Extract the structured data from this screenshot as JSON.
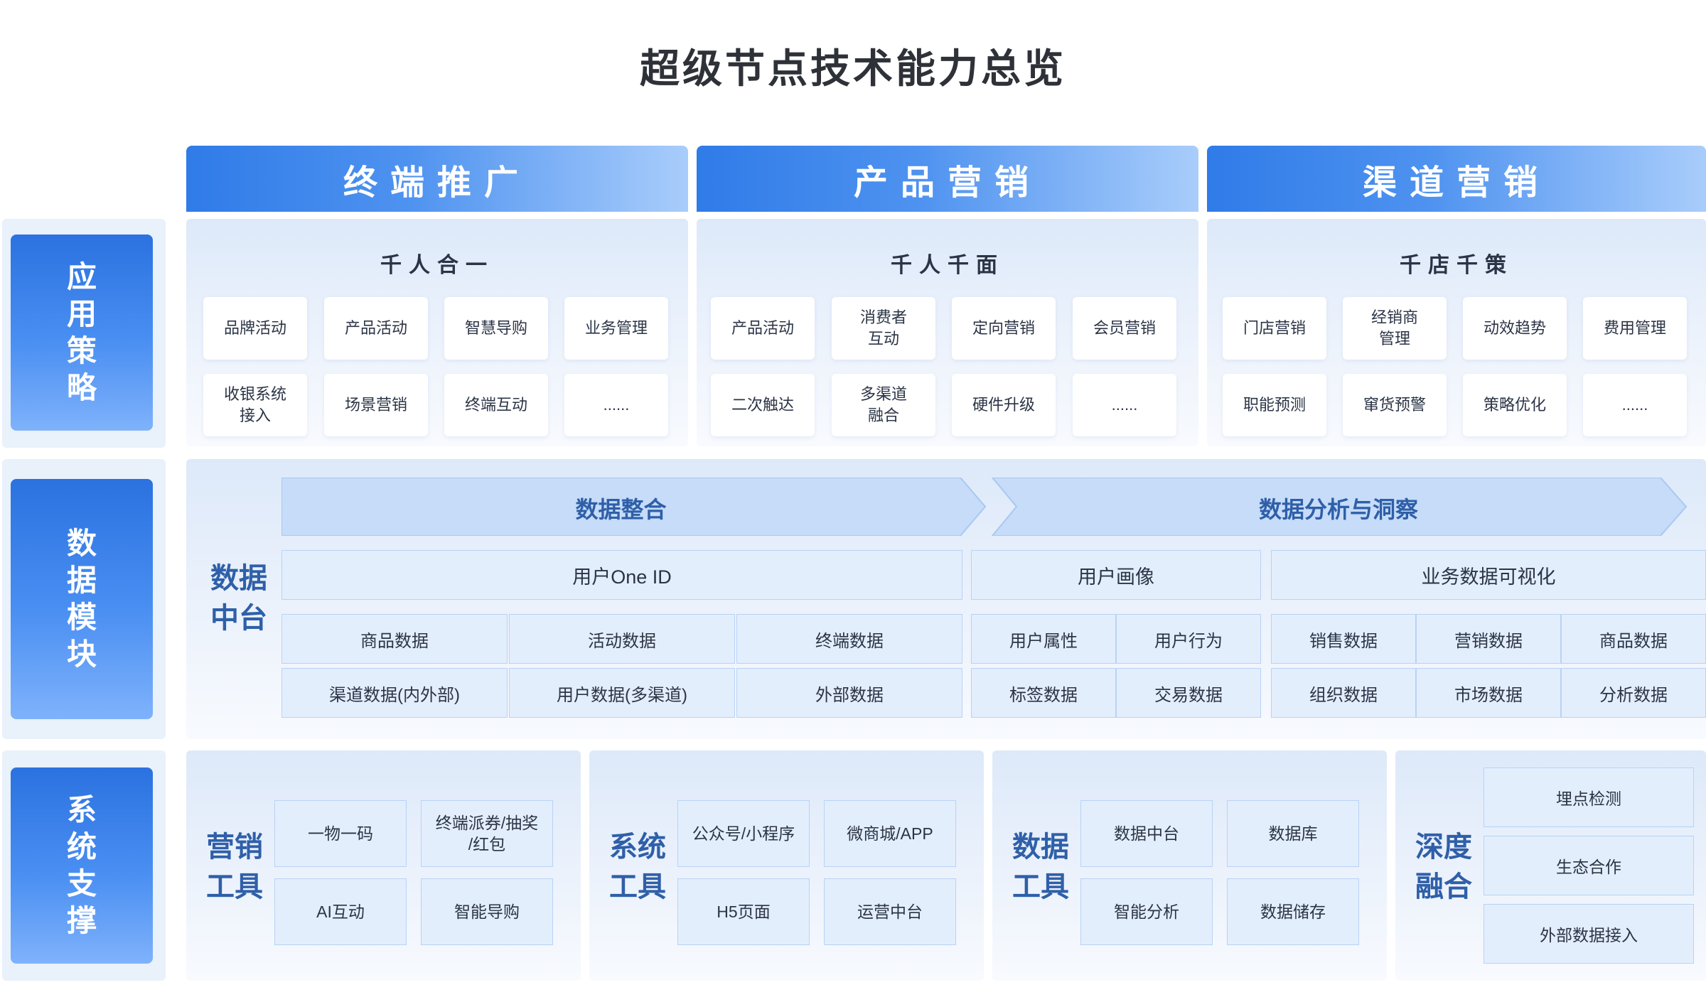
{
  "title": "超级节点技术能力总览",
  "headers": [
    "终端推广",
    "产品营销",
    "渠道营销"
  ],
  "side_labels": {
    "app": [
      "应用",
      "策略"
    ],
    "data": [
      "数据",
      "模块"
    ],
    "sys": [
      "系统",
      "支撑"
    ]
  },
  "app_panels": [
    {
      "subtitle": "千人合一",
      "row1": [
        "品牌活动",
        "产品活动",
        "智慧导购",
        "业务管理"
      ],
      "row2": [
        "收银系统\n接入",
        "场景营销",
        "终端互动",
        "......"
      ]
    },
    {
      "subtitle": "千人千面",
      "row1": [
        "产品活动",
        "消费者\n互动",
        "定向营销",
        "会员营销"
      ],
      "row2": [
        "二次触达",
        "多渠道\n融合",
        "硬件升级",
        "......"
      ]
    },
    {
      "subtitle": "千店千策",
      "row1": [
        "门店营销",
        "经销商\n管理",
        "动效趋势",
        "费用管理"
      ],
      "row2": [
        "职能预测",
        "窜货预警",
        "策略优化",
        "......"
      ]
    }
  ],
  "data_module": {
    "label": [
      "数据",
      "中台"
    ],
    "arrows": [
      "数据整合",
      "数据分析与洞察"
    ],
    "bands": [
      "用户One ID",
      "用户画像",
      "业务数据可视化"
    ],
    "group1": [
      [
        "商品数据",
        "活动数据",
        "终端数据"
      ],
      [
        "渠道数据(内外部)",
        "用户数据(多渠道)",
        "外部数据"
      ]
    ],
    "group2": [
      [
        "用户属性",
        "用户行为"
      ],
      [
        "标签数据",
        "交易数据"
      ]
    ],
    "group3": [
      [
        "销售数据",
        "营销数据",
        "商品数据"
      ],
      [
        "组织数据",
        "市场数据",
        "分析数据"
      ]
    ]
  },
  "sys_panels": [
    {
      "label": [
        "营销",
        "工具"
      ],
      "items": [
        "一物一码",
        "终端派券/抽奖\n/红包",
        "AI互动",
        "智能导购"
      ]
    },
    {
      "label": [
        "系统",
        "工具"
      ],
      "items": [
        "公众号/小程序",
        "微商城/APP",
        "H5页面",
        "运营中台"
      ]
    },
    {
      "label": [
        "数据",
        "工具"
      ],
      "items": [
        "数据中台",
        "数据库",
        "智能分析",
        "数据储存"
      ]
    },
    {
      "label": [
        "深度",
        "融合"
      ],
      "items": [
        "埋点检测",
        "生态合作",
        "外部数据接入"
      ]
    }
  ],
  "colors": {
    "accent": "#2f7be8",
    "panel": "#e9f1fb",
    "cell": "#e3eefd",
    "cell_border": "#b9d2f5",
    "label_text": "#2f5fa8"
  }
}
